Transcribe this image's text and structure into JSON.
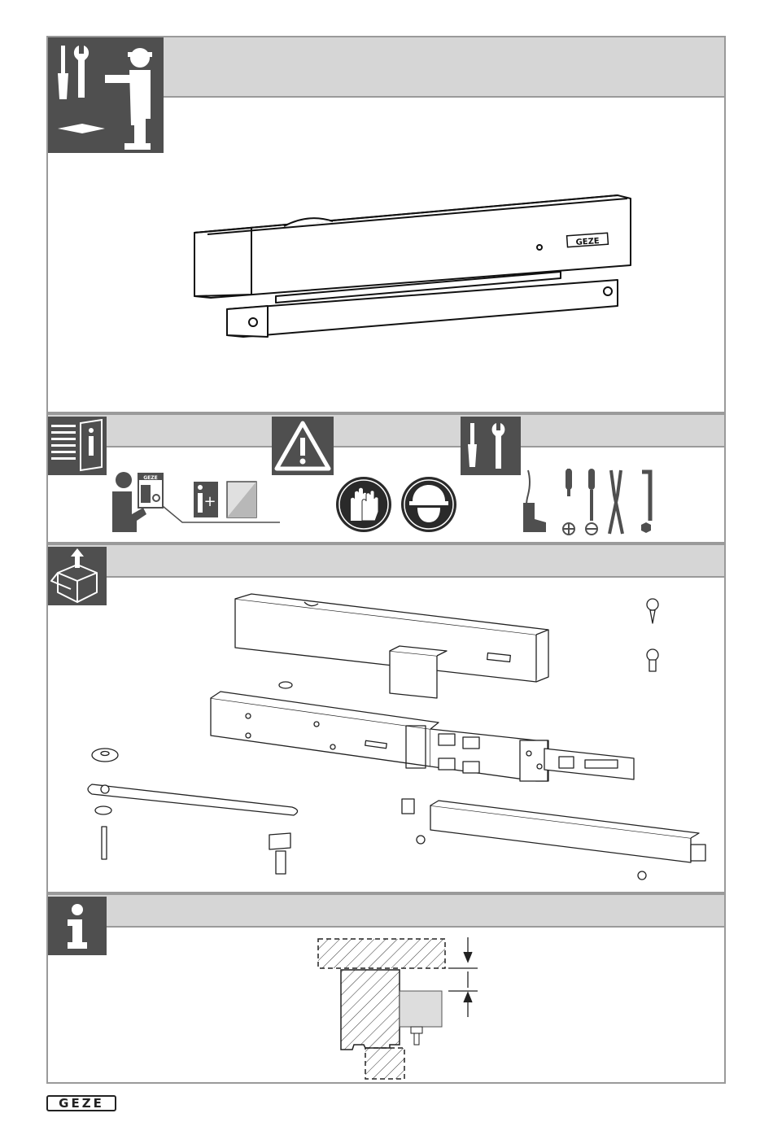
{
  "brand": {
    "logo_text": "GEZE"
  },
  "product": {
    "nameplate_text": "GEZE"
  },
  "accessory": {
    "manual_logo_text": "GEZE"
  },
  "icons": {
    "installer": "installer-tools-icon",
    "documents": "documents-info-icon",
    "warning": "warning-triangle-icon",
    "tools": "tools-icon",
    "unpacking": "unpacking-box-icon",
    "info": "info-icon"
  },
  "colors": {
    "icon_box": "#4f4f4f",
    "header_bar": "#d6d6d6",
    "frame": "#9a9a9a"
  }
}
